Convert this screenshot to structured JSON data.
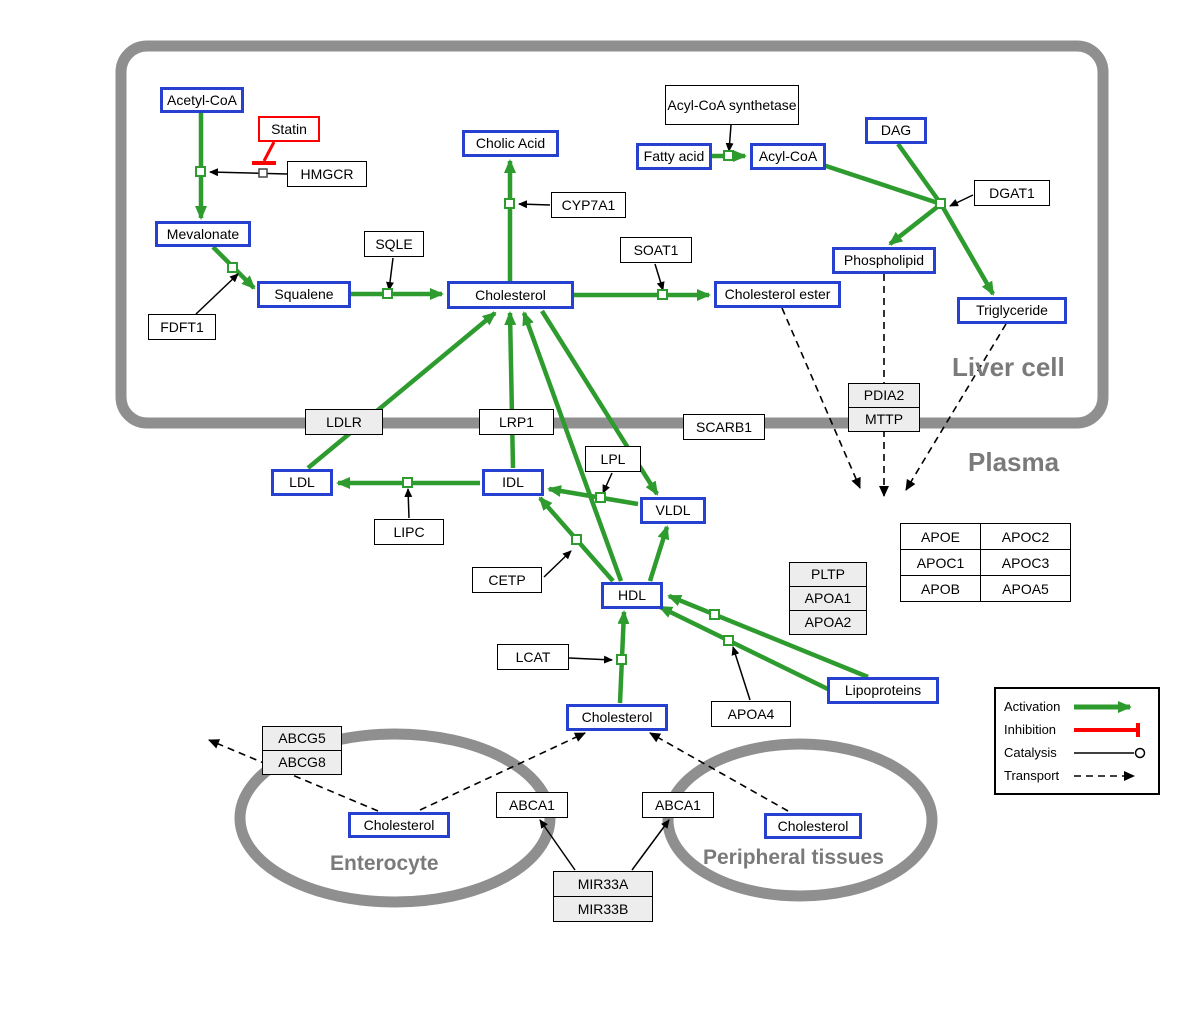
{
  "regions": {
    "liver": "Liver cell",
    "plasma": "Plasma",
    "enterocyte": "Enterocyte",
    "peripheral": "Peripheral tissues"
  },
  "nodes": {
    "acetyl_coa": "Acetyl-CoA",
    "statin": "Statin",
    "hmgcr": "HMGCR",
    "mevalonate": "Mevalonate",
    "fdft1": "FDFT1",
    "squalene": "Squalene",
    "sqle": "SQLE",
    "cholesterol_liver": "Cholesterol",
    "cholic_acid": "Cholic Acid",
    "cyp7a1": "CYP7A1",
    "soat1": "SOAT1",
    "cholesterol_ester": "Cholesterol ester",
    "acyl_coa_synthetase": "Acyl-CoA synthetase",
    "fatty_acid": "Fatty acid",
    "acyl_coa": "Acyl-CoA",
    "dag": "DAG",
    "dgat1": "DGAT1",
    "phospholipid": "Phospholipid",
    "triglyceride": "Triglyceride",
    "pdia2": "PDIA2",
    "mttp": "MTTP",
    "ldlr": "LDLR",
    "lrp1": "LRP1",
    "scarb1": "SCARB1",
    "ldl": "LDL",
    "idl": "IDL",
    "lpl": "LPL",
    "vldl": "VLDL",
    "lipc": "LIPC",
    "cetp": "CETP",
    "hdl": "HDL",
    "pltp": "PLTP",
    "apoa1": "APOA1",
    "apoa2": "APOA2",
    "lcat": "LCAT",
    "apoa4": "APOA4",
    "lipoproteins": "Lipoproteins",
    "cholesterol_plasma": "Cholesterol",
    "abcg5": "ABCG5",
    "abcg8": "ABCG8",
    "cholesterol_enterocyte": "Cholesterol",
    "abca1_left": "ABCA1",
    "abca1_right": "ABCA1",
    "cholesterol_peripheral": "Cholesterol",
    "mir33a": "MIR33A",
    "mir33b": "MIR33B"
  },
  "apo_table": {
    "rows": [
      [
        "APOE",
        "APOC2"
      ],
      [
        "APOC1",
        "APOC3"
      ],
      [
        "APOB",
        "APOA5"
      ]
    ]
  },
  "legend": {
    "activation": "Activation",
    "inhibition": "Inhibition",
    "catalysis": "Catalysis",
    "transport": "Transport"
  },
  "colors": {
    "activation": "#2E9B2E",
    "inhibition": "#FF0000",
    "metabolite": "#2640CF",
    "membrane": "#8F8F8F",
    "region": "#7A7A7A"
  }
}
